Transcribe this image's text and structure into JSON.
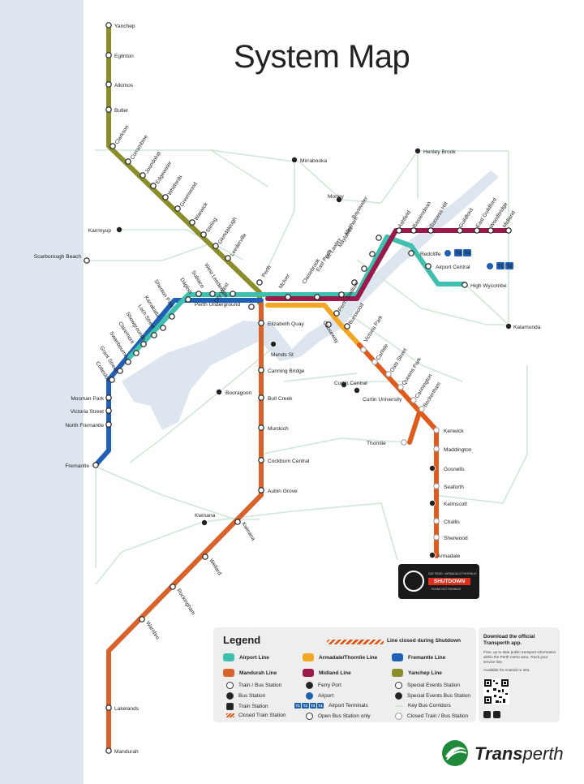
{
  "title": "System Map",
  "colors": {
    "airport": "#3fbfad",
    "armadale": "#f5a623",
    "fremantle": "#1f5fb4",
    "mandurah": "#d8622a",
    "midland": "#9a1a4c",
    "yanchep": "#8a8d2a",
    "closed": "#e05a1c",
    "bus_corridor": "#cfe8d6",
    "sea": "#dde5ee"
  },
  "stations": {
    "yanchep": "Yanchep",
    "eglinton": "Eglinton",
    "alkimos": "Alkimos",
    "butler": "Butler",
    "clarkson": "Clarkson",
    "currambine": "Currambine",
    "joondalup": "Joondalup",
    "edgewater": "Edgewater",
    "whitfords": "Whitfords",
    "greenwood": "Greenwood",
    "warwick": "Warwick",
    "stirling": "Stirling",
    "glendalough": "Glendalough",
    "leederville": "Leederville",
    "karrinyup": "Karrinyup",
    "scarborough": "Scarborough Beach",
    "mirrabooka": "Mirrabooka",
    "henley_brook": "Henley Brook",
    "morley": "Morley",
    "bayswater": "Bayswater",
    "ashfield": "Ashfield",
    "bassendean": "Bassendean",
    "success_hill": "Success Hill",
    "guildford": "Guildford",
    "east_guildford": "East Guildford",
    "woodbridge": "Woodbridge",
    "midland": "Midland",
    "meltham": "Meltham",
    "maylands": "Maylands",
    "mt_lawley": "Mt Lawley",
    "east_perth": "East Perth",
    "claisebrook": "Claisebrook",
    "mciver": "McIver",
    "redcliffe": "Redcliffe",
    "airport_central": "Airport Central",
    "high_wycombe": "High Wycombe",
    "kalamunda": "Kalamunda",
    "perth": "Perth",
    "perth_underground": "Perth Underground",
    "city_west": "City West",
    "west_leederville": "West Leederville",
    "subiaco": "Subiaco",
    "daglish": "Daglish",
    "shenton_park": "Shenton Park",
    "karrakatta": "Karrakatta",
    "loch_street": "Loch Street",
    "showgrounds": "Showgrounds",
    "claremont": "Claremont",
    "swanbourne": "Swanbourne",
    "grant_street": "Grant Street",
    "cottesloe": "Cottesloe",
    "mosman_park": "Mosman Park",
    "victoria_street": "Victoria Street",
    "north_fremantle": "North Fremantle",
    "fremantle": "Fremantle",
    "elizabeth_quay": "Elizabeth Quay",
    "mends_st": "Mends St",
    "canning_bridge": "Canning Bridge",
    "booragoon": "Booragoon",
    "bull_creek": "Bull Creek",
    "murdoch": "Murdoch",
    "cockburn_central": "Cockburn Central",
    "aubin_grove": "Aubin Grove",
    "kwinana_bus": "Kwinana",
    "kwinana": "Kwinana",
    "wellard": "Wellard",
    "rockingham": "Rockingham",
    "warnbro": "Warnbro",
    "lakelands": "Lakelands",
    "mandurah": "Mandurah",
    "perth_stadium": "Perth Stadium",
    "causeway": "Causeway",
    "burswood": "Burswood",
    "victoria_park": "Victoria Park",
    "carlisle": "Carlisle",
    "oats_street": "Oats Street",
    "queens_park": "Queens Park",
    "cannington": "Cannington",
    "beckenham": "Beckenham",
    "curtin_central": "Curtin Central",
    "curtin_university": "Curtin University",
    "thornlie": "Thornlie",
    "kenwick": "Kenwick",
    "maddington": "Maddington",
    "gosnells": "Gosnells",
    "seaforth": "Seaforth",
    "kelmscott": "Kelmscott",
    "challis": "Challis",
    "sherwood": "Sherwood",
    "armadale": "Armadale"
  },
  "badges": {
    "redcliffe": [
      "T3",
      "T4"
    ],
    "airport_central": [
      "T1",
      "T2"
    ]
  },
  "shutdown": {
    "small_text": "DAY PAGE • ARMADALE/THORNLIE",
    "badge": "SHUTDOWN",
    "sub": "TRAINS NOT RUNNING"
  },
  "legend": {
    "title": "Legend",
    "closed_line": "Line closed during Shutdown",
    "lines": {
      "airport": "Airport Line",
      "armadale": "Armadale/Thornlie Line",
      "fremantle": "Fremantle Line",
      "mandurah": "Mandurah Line",
      "midland": "Midland Line",
      "yanchep": "Yanchep Line"
    },
    "symbols": {
      "train_bus": "Train / Bus Station",
      "ferry": "Ferry Port",
      "special_events": "Special Events Station",
      "bus": "Bus Station",
      "airport": "Airport",
      "special_bus": "Special Events Bus Station",
      "train": "Train Station",
      "terminals": "Airport Terminals",
      "key_bus": "Key Bus Corridors",
      "closed_train": "Closed Train Station",
      "open_bus_only": "Open Bus Station only",
      "closed_train_bus": "Closed Train / Bus Station"
    },
    "terminal_badges": [
      "T1",
      "T2",
      "T3",
      "T4"
    ]
  },
  "download": {
    "heading": "Download the official Transperth app.",
    "body": "Free, up to date public transport information within the Perth metro area. Track your service live.",
    "android": "Available for Android or iOS."
  },
  "brand": {
    "name_bold": "Trans",
    "name_rest": "perth"
  }
}
